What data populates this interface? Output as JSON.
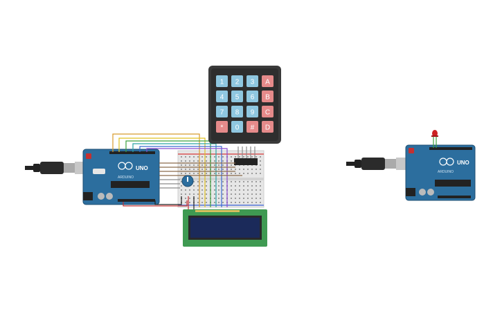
{
  "keypad": {
    "keys": [
      {
        "label": "1",
        "type": "num"
      },
      {
        "label": "2",
        "type": "num"
      },
      {
        "label": "3",
        "type": "num"
      },
      {
        "label": "A",
        "type": "letter"
      },
      {
        "label": "4",
        "type": "num"
      },
      {
        "label": "5",
        "type": "num"
      },
      {
        "label": "6",
        "type": "num"
      },
      {
        "label": "B",
        "type": "letter"
      },
      {
        "label": "7",
        "type": "num"
      },
      {
        "label": "8",
        "type": "num"
      },
      {
        "label": "9",
        "type": "num"
      },
      {
        "label": "C",
        "type": "letter"
      },
      {
        "label": "*",
        "type": "letter"
      },
      {
        "label": "0",
        "type": "num"
      },
      {
        "label": "#",
        "type": "letter"
      },
      {
        "label": "D",
        "type": "letter"
      }
    ]
  },
  "board_left": {
    "label": "UNO",
    "sub": "ARDUINO"
  },
  "board_right": {
    "label": "UNO",
    "sub": "ARDUINO"
  },
  "colors": {
    "board": "#2c6e9e",
    "board_dark": "#1f4f73",
    "keypad_bg": "#3a3a3a",
    "key_num": "#8fc7e0",
    "key_letter": "#e58a8a",
    "breadboard": "#e6e6e6",
    "lcd_pcb": "#3f9a52",
    "lcd_screen": "#1b2a5a",
    "led": "#cc2222"
  }
}
